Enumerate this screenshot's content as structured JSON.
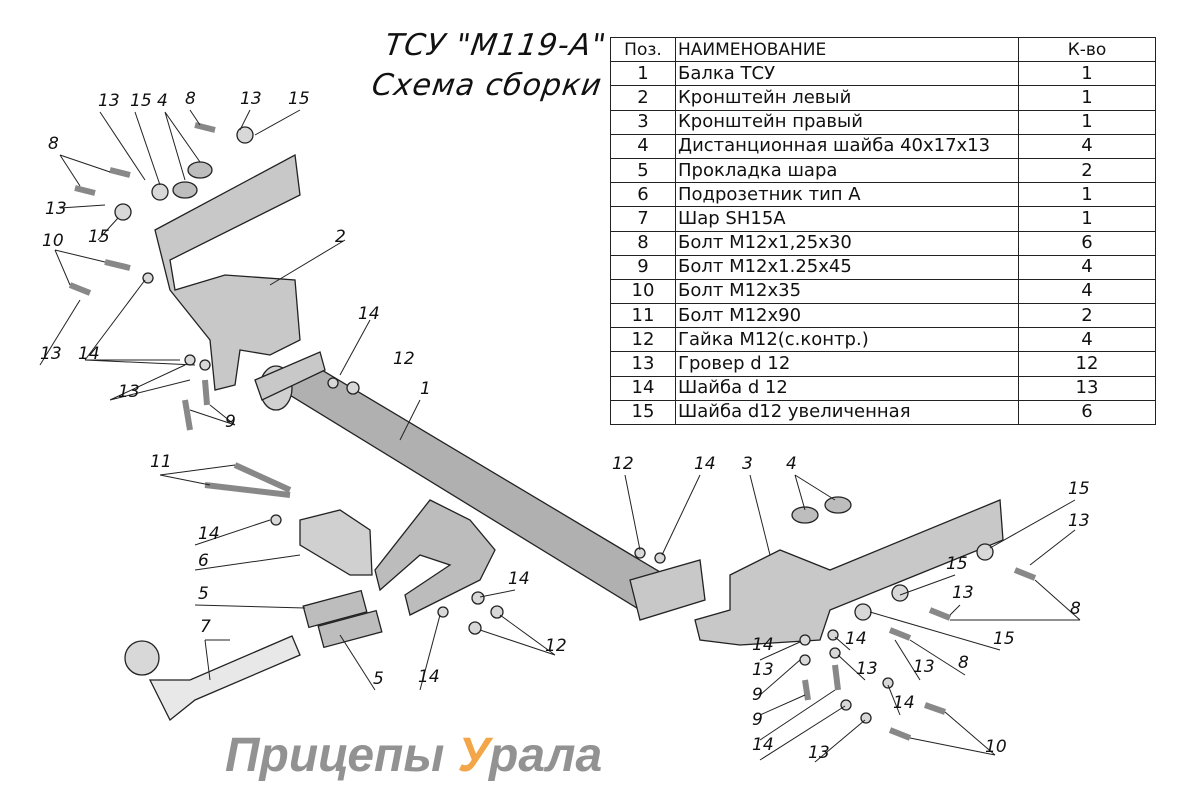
{
  "title": {
    "line1": "ТСУ \"М119-А\"",
    "line2": "Схема сборки"
  },
  "table": {
    "headers": [
      "Поз.",
      "НАИМЕНОВАНИЕ",
      "К-во"
    ],
    "rows": [
      [
        "1",
        "Балка ТСУ",
        "1"
      ],
      [
        "2",
        "Кронштейн левый",
        "1"
      ],
      [
        "3",
        "Кронштейн правый",
        "1"
      ],
      [
        "4",
        "Дистанционная шайба 40х17х13",
        "4"
      ],
      [
        "5",
        "Прокладка шара",
        "2"
      ],
      [
        "6",
        "Подрозетник тип А",
        "1"
      ],
      [
        "7",
        "Шар SH15A",
        "1"
      ],
      [
        "8",
        "Болт М12х1,25х30",
        "6"
      ],
      [
        "9",
        "Болт М12х1.25х45",
        "4"
      ],
      [
        "10",
        "Болт М12х35",
        "4"
      ],
      [
        "11",
        "Болт М12х90",
        "2"
      ],
      [
        "12",
        "Гайка М12(с.контр.)",
        "4"
      ],
      [
        "13",
        "Гровер d 12",
        "12"
      ],
      [
        "14",
        "Шайба d 12",
        "13"
      ],
      [
        "15",
        "Шайба d12 увеличенная",
        "6"
      ]
    ]
  },
  "watermark": {
    "part1": "Прицепы ",
    "part2": "У",
    "part3": "рала"
  },
  "callouts": [
    "13",
    "15",
    "4",
    "8",
    "13",
    "15",
    "8",
    "13",
    "15",
    "10",
    "2",
    "14",
    "13",
    "14",
    "12",
    "13",
    "9",
    "11",
    "14",
    "6",
    "5",
    "7",
    "5",
    "14",
    "14",
    "12",
    "12",
    "14",
    "3",
    "4",
    "15",
    "13",
    "15",
    "13",
    "8",
    "15",
    "14",
    "14",
    "13",
    "13",
    "8",
    "13",
    "9",
    "14",
    "9",
    "14",
    "13",
    "10",
    "1"
  ]
}
